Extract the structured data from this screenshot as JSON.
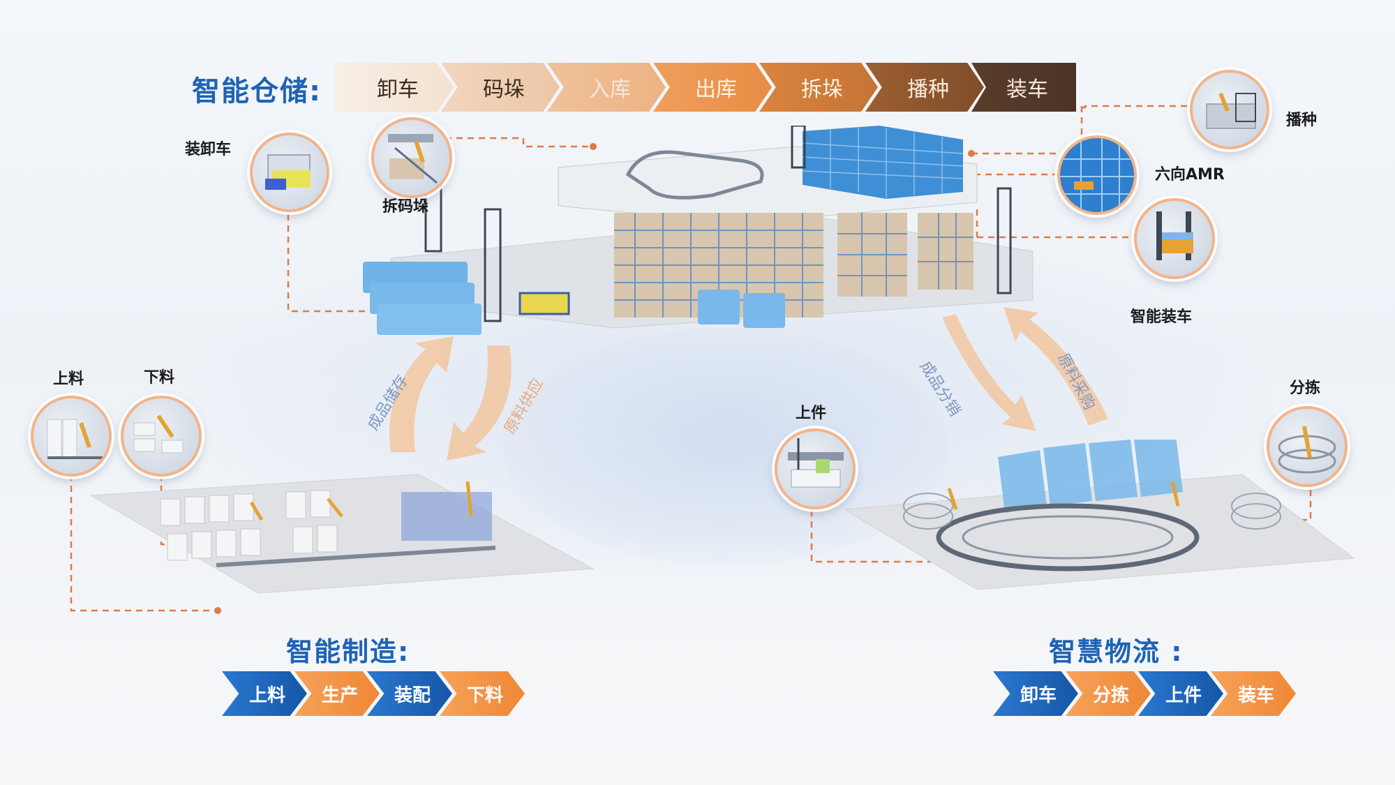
{
  "warehouse": {
    "title": "智能仓储:",
    "steps": [
      "卸车",
      "码垛",
      "入库",
      "出库",
      "拆垛",
      "播种",
      "装车"
    ],
    "callouts": {
      "loader": "装卸车",
      "depalletize": "拆码垛",
      "sowing": "播种",
      "amr": "六向AMR",
      "smart_loading": "智能装车"
    }
  },
  "manufacturing": {
    "title": "智能制造:",
    "callouts": {
      "load": "上料",
      "unload": "下料"
    },
    "steps": [
      "上料",
      "生产",
      "装配",
      "下料"
    ]
  },
  "logistics": {
    "title": "智慧物流 :",
    "callouts": {
      "pickup": "上件",
      "sort": "分拣"
    },
    "steps": [
      "卸车",
      "分拣",
      "上件",
      "装车"
    ]
  },
  "flows": {
    "finished_storage": "成品储存",
    "material_supply": "原料供应",
    "finished_distribution": "成品分销",
    "material_purchase": "原料采购"
  },
  "colors": {
    "title_blue": "#1e63b5",
    "accent_orange": "#f08a3c",
    "chevron_blue": "#1f66bf",
    "dashed_line": "#e07a45"
  }
}
